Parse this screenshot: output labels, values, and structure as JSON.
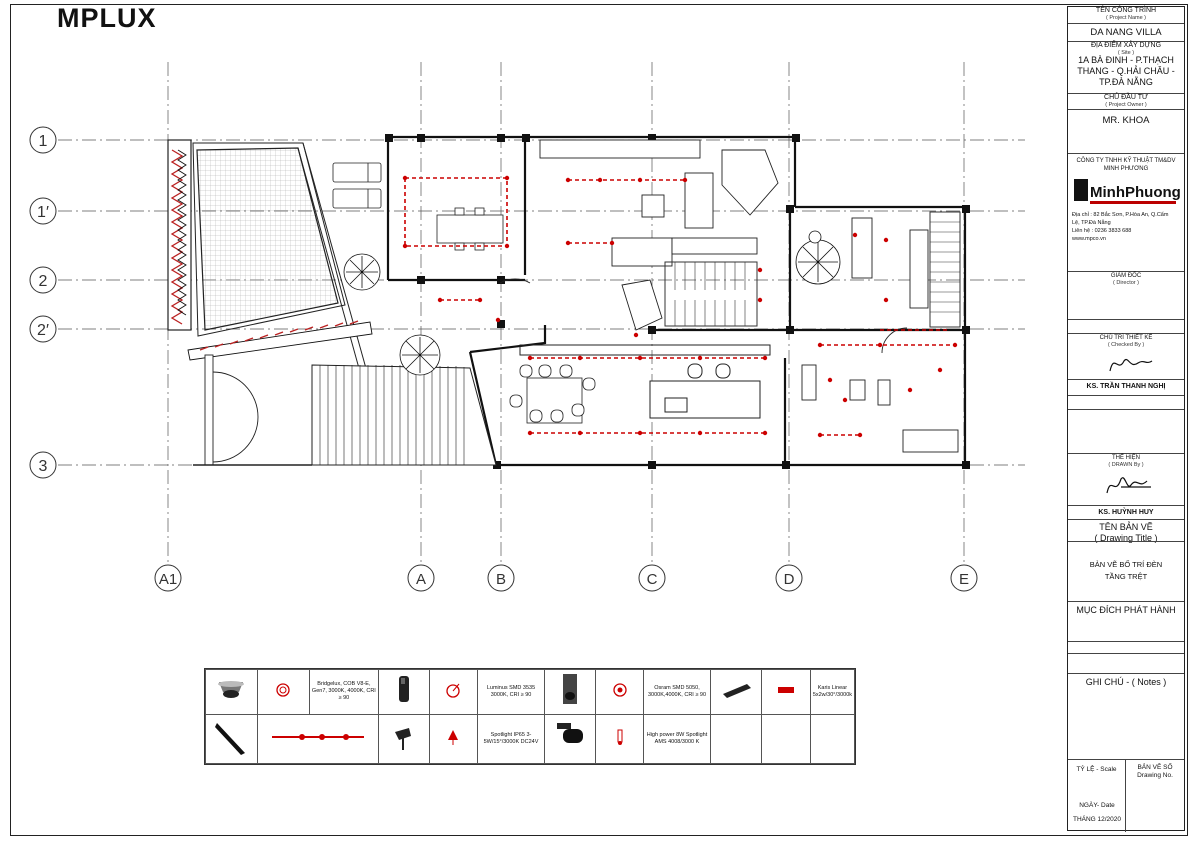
{
  "brand": "MPLUX",
  "grid": {
    "rows": [
      "1",
      "1′",
      "2",
      "2′",
      "3"
    ],
    "cols": [
      "A1",
      "A",
      "B",
      "C",
      "D",
      "E"
    ]
  },
  "legend": {
    "row1": [
      {
        "icon": "downlight-photo",
        "symbol": "cob-symbol",
        "desc": "Bridgelux, COB V8-E, Gen7, 3000K, 4000K, CRI ≥ 90"
      },
      {
        "icon": "track-spot-photo",
        "symbol": "luminus-symbol",
        "desc": "Luminus SMD 3535 3000K, CRI ≥ 90"
      },
      {
        "icon": "cylinder-photo",
        "symbol": "osram-symbol",
        "desc": "Osram SMD 5050, 3000K,4000K, CRI ≥ 90"
      },
      {
        "icon": "linear-photo",
        "symbol": "linear-symbol",
        "desc": "Karis Linear 5x2w/30°/3000k"
      }
    ],
    "row2": [
      {
        "icon": "magnetic-track-photo",
        "symbol": "track-symbol",
        "desc": ""
      },
      {
        "icon": "spike-light-photo",
        "symbol": "spike-symbol",
        "desc": "Spotlight IP65 3-5W/15°/3000K DC24V"
      },
      {
        "icon": "track-spotlight-photo",
        "symbol": "spot-symbol",
        "desc": "High power 8W Spotlight AMS 4008/3000 K"
      },
      {
        "icon": "",
        "symbol": "",
        "desc": ""
      }
    ]
  },
  "titleblock": {
    "project_label": "TÊN CÔNG TRÌNH",
    "project_sub": "( Project Name )",
    "project": "DA NANG VILLA",
    "site_label": "ĐỊA ĐIỂM XÂY DỰNG",
    "site_sub": "( Site )",
    "site_lines": [
      "1A BÀ ĐINH - P.THẠCH",
      "THANG - Q.HẢI CHÂU -",
      "TP.ĐÀ NẴNG"
    ],
    "owner_label": "CHỦ ĐẦU TƯ",
    "owner_sub": "( Project Owner )",
    "owner": "MR. KHOA",
    "company_lines": [
      "CÔNG TY TNHH KỸ THUẬT TM&DV",
      "MINH PHƯƠNG"
    ],
    "company_logo": "MinhPhuong",
    "address_lines": [
      "Địa chỉ : 82 Bắc Sơn, P.Hòa An, Q.Cẩm",
      "Lệ, TP.Đà Nẵng",
      "Liên hệ : 0236 3833 688",
      "www.mpco.vn"
    ],
    "director_label": "GIÁM ĐỐC",
    "director_sub": "( Director )",
    "checked_label": "CHỦ TRÌ THIẾT KẾ",
    "checked_sub": "( Checked By )",
    "checked_name": "KS. TRẦN THANH NGHỊ",
    "drawn_label": "THỂ HIỆN",
    "drawn_sub": "( DRAWN By )",
    "drawn_name": "KS. HUỲNH HUY",
    "title_label": "TÊN BẢN VẼ",
    "title_sub": "( Drawing Title )",
    "title_lines": [
      "BẢN VẼ BỐ TRÍ ĐÈN",
      "TẦNG TRỆT"
    ],
    "purpose_label": "MỤC ĐÍCH PHÁT HÀNH",
    "notes_label": "GHI CHÚ - ( Notes )",
    "scale_label": "TỶ LỆ - Scale",
    "drawing_no_label": "BẢN VẼ SỐ",
    "drawing_no_sub": "Drawing No.",
    "date_label": "NGÀY- Date",
    "date_value": "THÁNG 12/2020"
  }
}
